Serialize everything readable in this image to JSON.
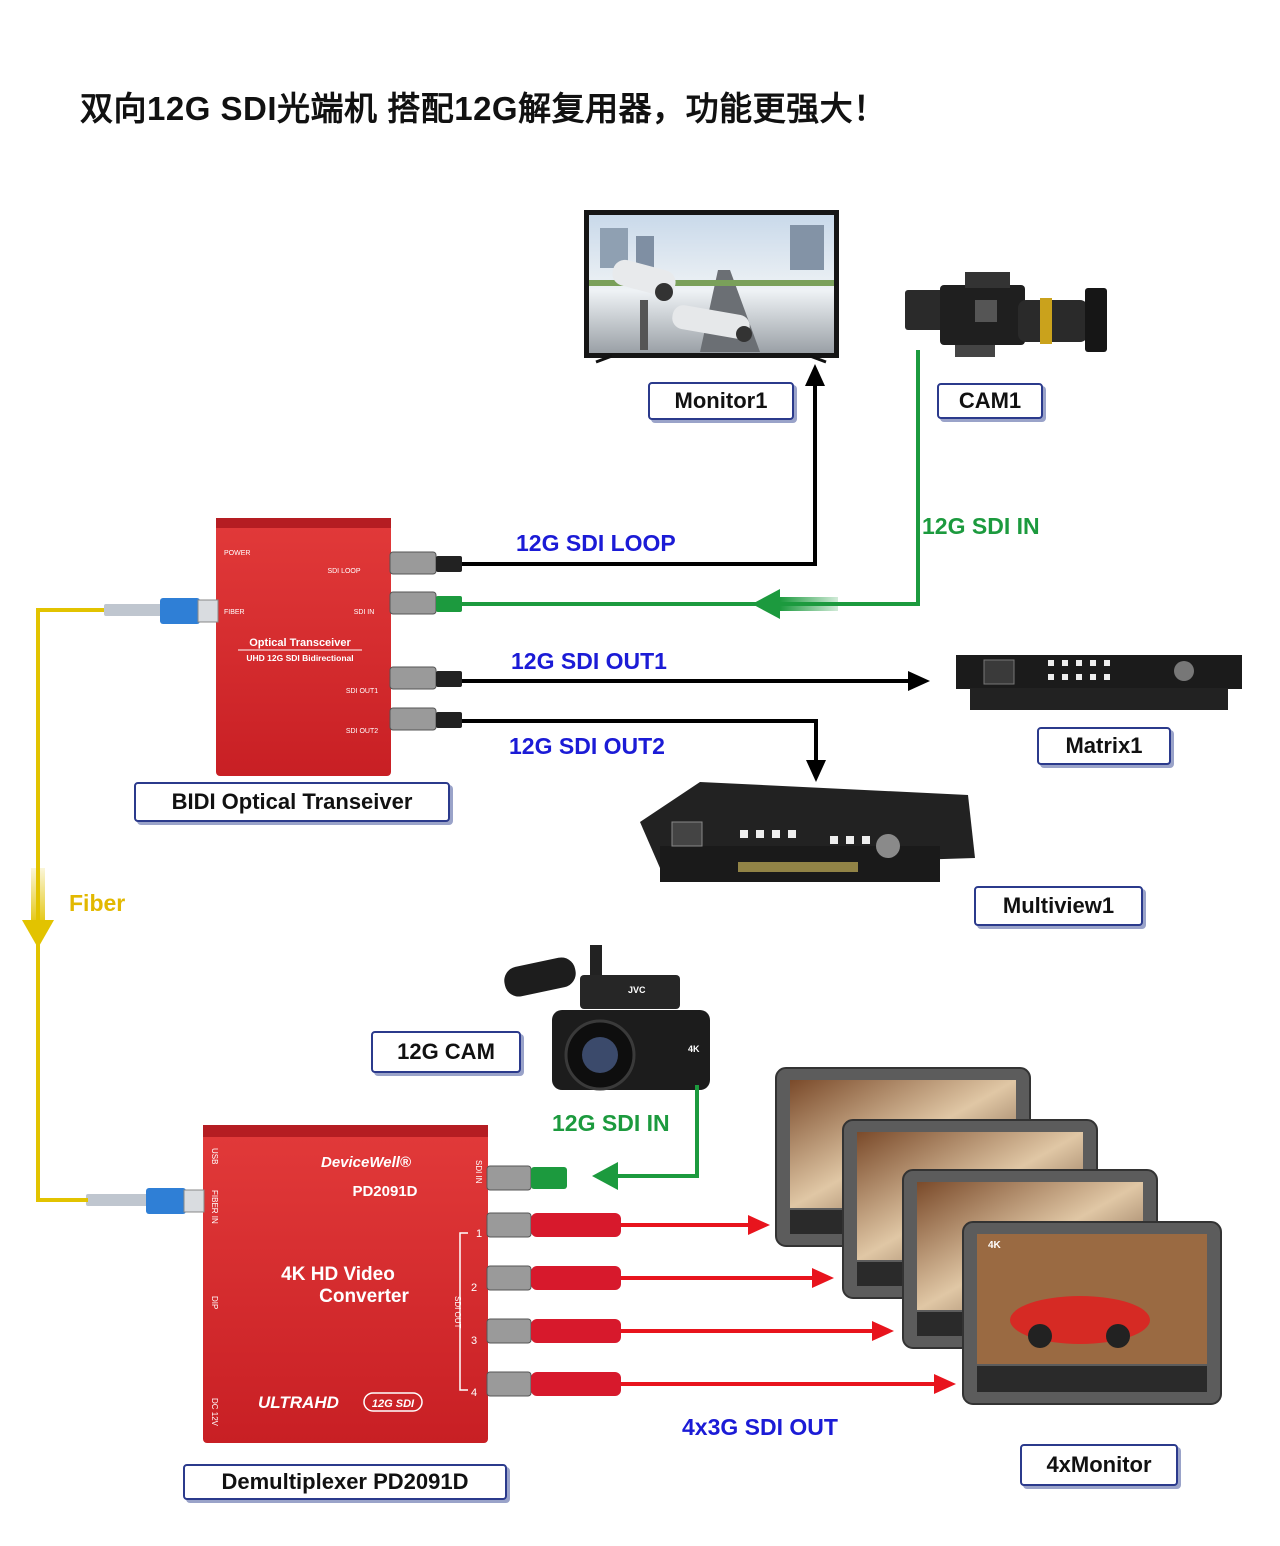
{
  "title": "双向12G SDI光端机 搭配12G解复用器，功能更强大！",
  "labels": {
    "monitor1": "Monitor1",
    "cam1": "CAM1",
    "matrix1": "Matrix1",
    "multiview1": "Multiview1",
    "bidi": "BIDI Optical  Transeiver",
    "cam12g": "12G CAM",
    "monitors4": "4xMonitor",
    "demux": "Demultiplexer PD2091D"
  },
  "links": {
    "loop": "12G SDI LOOP",
    "sdi_in_top": "12G SDI IN",
    "out1": "12G SDI OUT1",
    "out2": "12G SDI OUT2",
    "fiber": "Fiber",
    "sdi_in_bottom": "12G SDI IN",
    "out4x3g": "4x3G SDI OUT"
  },
  "transceiver": {
    "power": "POWER",
    "fiber": "FIBER",
    "sdi_loop": "SDI LOOP",
    "sdi_in": "SDI IN",
    "name": "Optical Transceiver",
    "subtitle": "UHD 12G SDI Bidirectional",
    "sdi_out1": "SDI OUT1",
    "sdi_out2": "SDI OUT2"
  },
  "demux_device": {
    "brand": "DeviceWell®",
    "model": "PD2091D",
    "line1": "4K  HD Video",
    "line2": "Converter",
    "badge_text": "ULTRAHD",
    "badge_pill": "12G SDI",
    "usb": "USB",
    "fiber_in": "FIBER IN",
    "dip": "DIP",
    "dc": "DC 12V",
    "sdi_in": "SDI IN",
    "sdi_out": "SDI OUT",
    "ports": [
      "1",
      "2",
      "3",
      "4"
    ]
  },
  "monitor_badge": "4K",
  "camera_brand": "JVC",
  "camera_badge": "4K",
  "colors": {
    "device_red": "#d42b2f",
    "sdi_black": "#000000",
    "sdi_in_green": "#1c9a3e",
    "fiber_yellow": "#e2c300",
    "out_red": "#e8141d",
    "label_blue": "#1b1bd6",
    "box_border": "#2b3a8c"
  }
}
